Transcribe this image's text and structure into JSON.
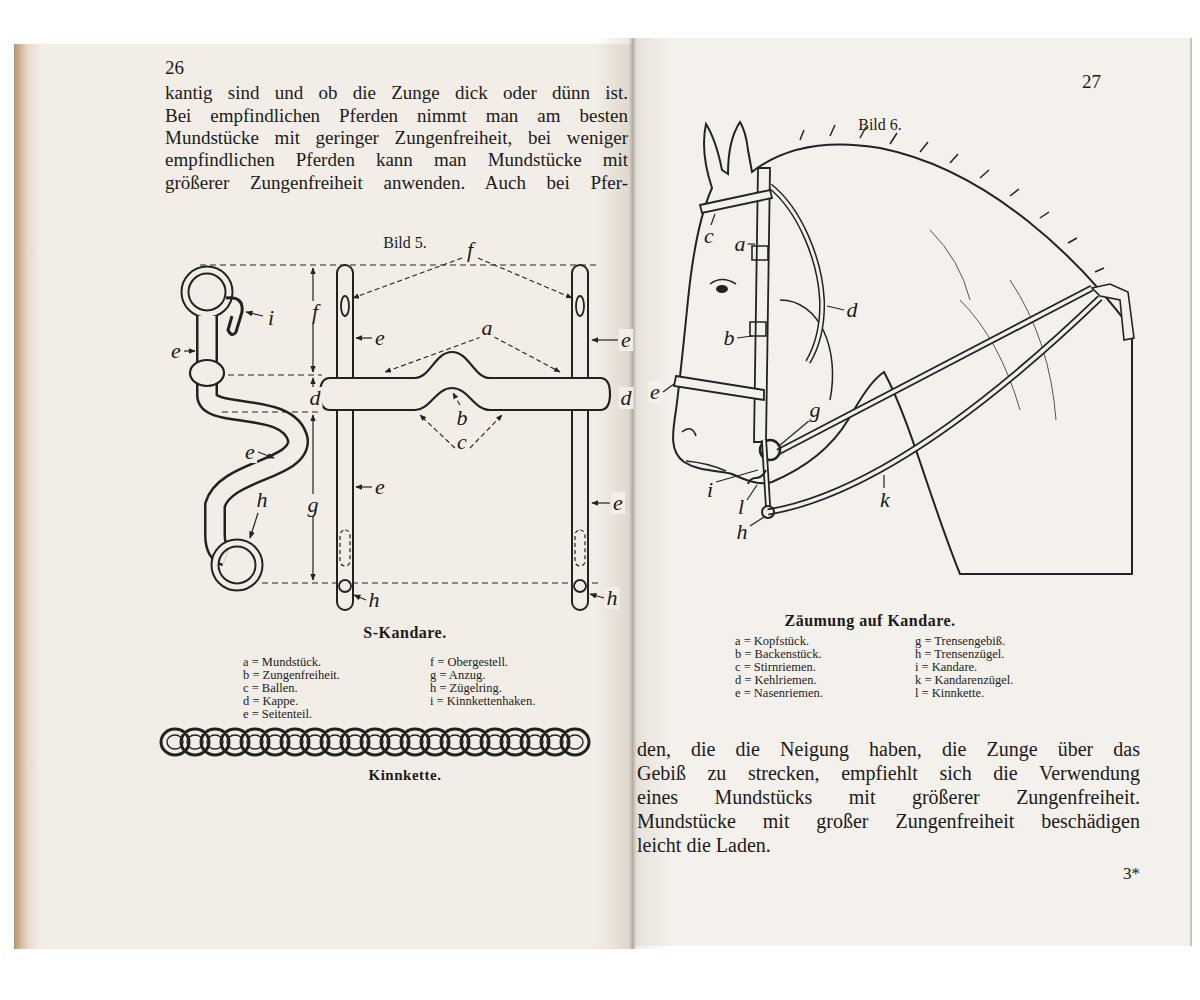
{
  "diagram": {
    "labels": [
      "26",
      "kantig sind und ob die Zunge dick oder dünn ist.",
      "Bei empfindlichen Pferden nimmt man am besten",
      "Mundstücke mit geringer Zungenfreiheit, bei weniger",
      "empfindlichen Pferden kann man Mundstücke mit",
      "größerer Zungenfreiheit anwenden. Auch bei Pfer-",
      "Bild 5.",
      "i",
      "e",
      "f",
      "d",
      "g",
      "e",
      "h",
      "f",
      "e",
      "a",
      "e",
      "d",
      "b",
      "c",
      "e",
      "e",
      "h",
      "h",
      "S-Kandare.",
      "a = Mundstück.",
      "b = Zungenfreiheit.",
      "c = Ballen.",
      "d = Kappe.",
      "e = Seitenteil.",
      "f = Obergestell.",
      "g = Anzug.",
      "h = Zügelring.",
      "i = Kinnkettenhaken.",
      "Kinnkette.",
      "27",
      "Bild 6.",
      "c",
      "a",
      "d",
      "b",
      "e",
      "g",
      "i",
      "l",
      "h",
      "k",
      "Zäumung auf Kandare.",
      "a = Kopfstück.",
      "b = Backenstück.",
      "c = Stirnriemen.",
      "d = Kehlriemen.",
      "e = Nasenriemen.",
      "g = Trensengebiß.",
      "h = Trensenzügel.",
      "i = Kandare.",
      "k = Kandarenzügel.",
      "l = Kinnkette.",
      "den, die die Neigung haben, die Zunge über das",
      "Gebiß zu strecken, empfiehlt sich die Verwendung",
      "eines Mundstücks mit größerer Zungenfreiheit.",
      "Mundstücke mit großer Zungenfreiheit beschädigen",
      "leicht die Laden.",
      "3*"
    ]
  }
}
